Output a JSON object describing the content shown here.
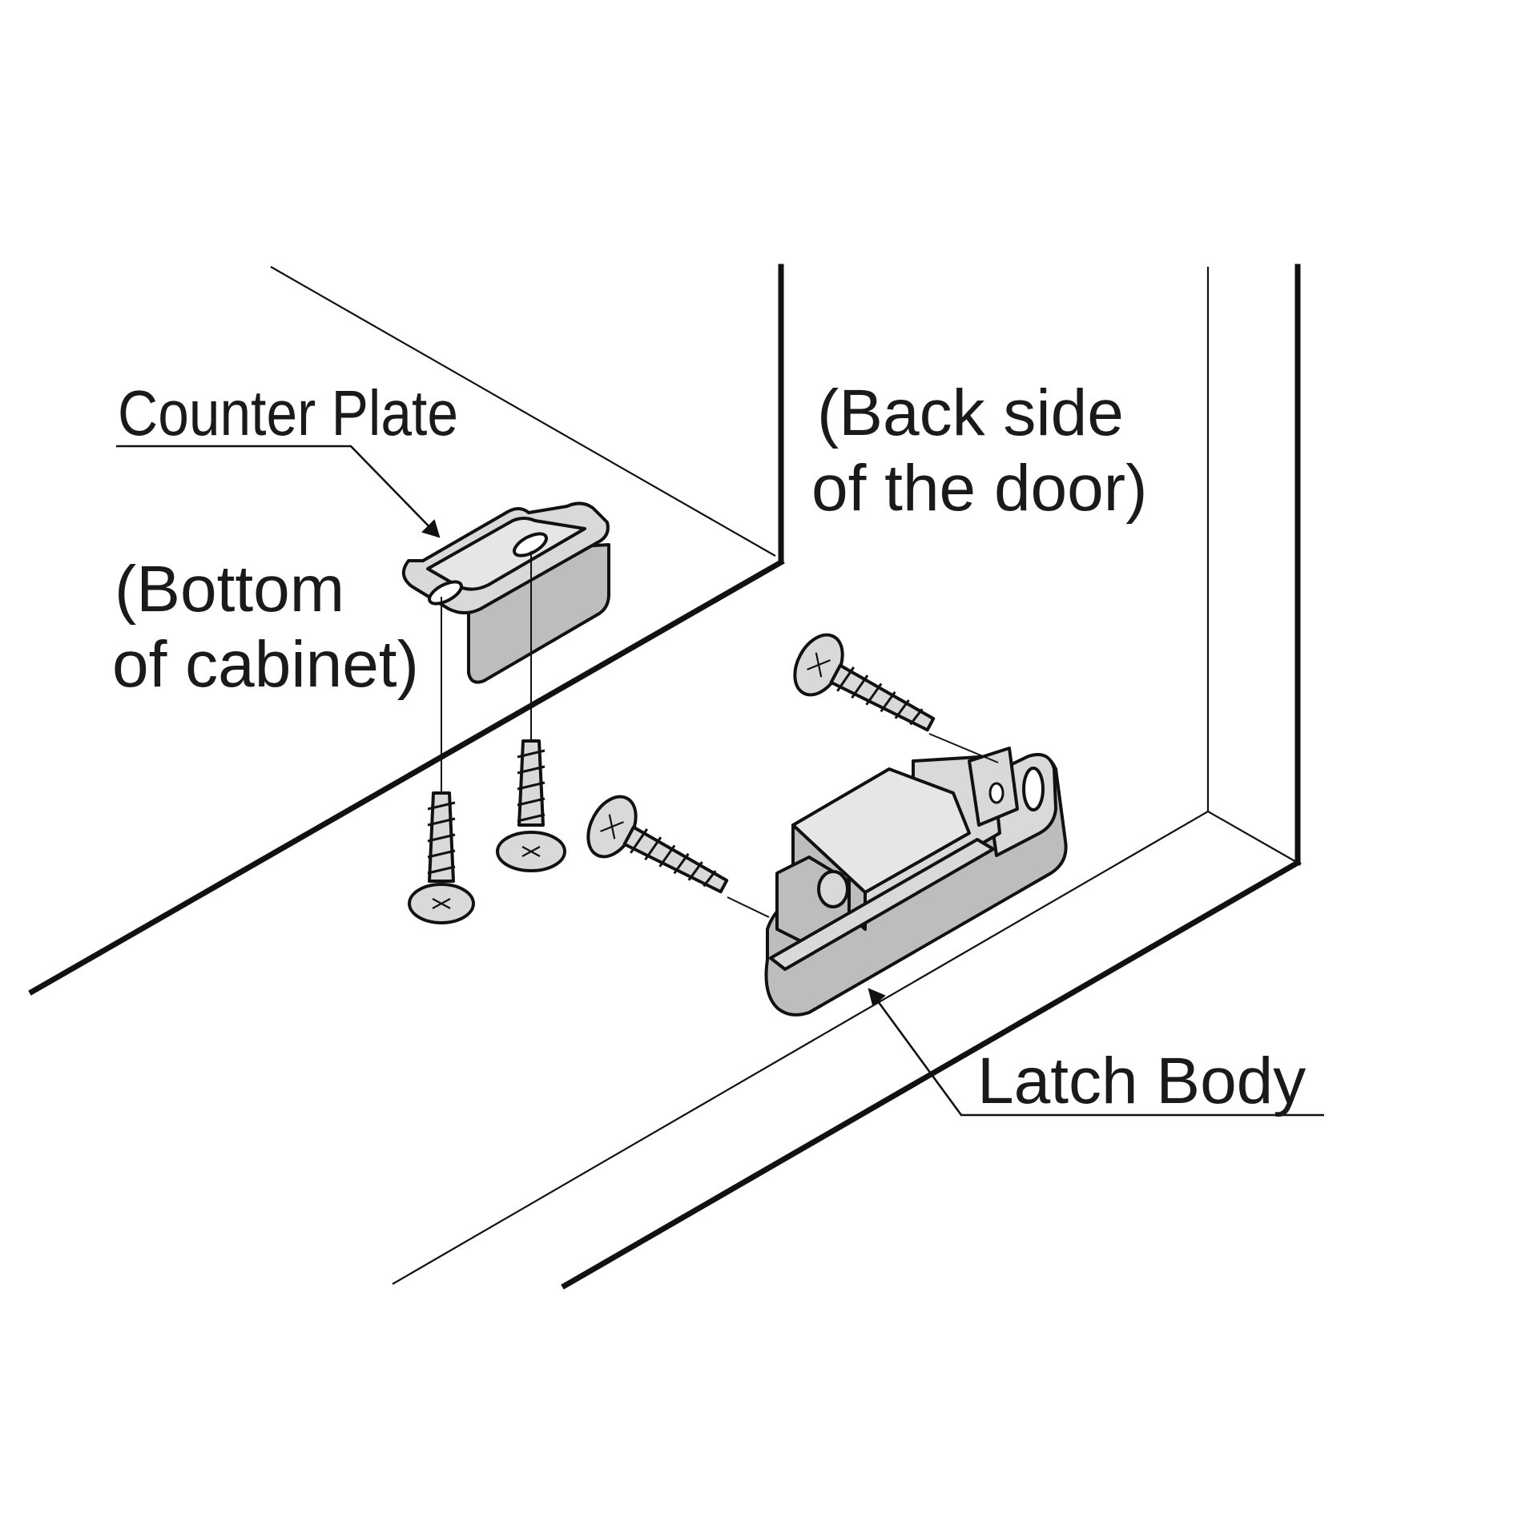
{
  "labels": {
    "counter_plate": "Counter Plate",
    "bottom_of_cabinet_line1": "(Bottom",
    "bottom_of_cabinet_line2": "of cabinet)",
    "back_side_line1": "(Back side",
    "back_side_line2": "of the door)",
    "latch_body": "Latch Body"
  },
  "colors": {
    "line": "#111111",
    "part_fill": "#d9d9d9",
    "background": "#ffffff"
  }
}
